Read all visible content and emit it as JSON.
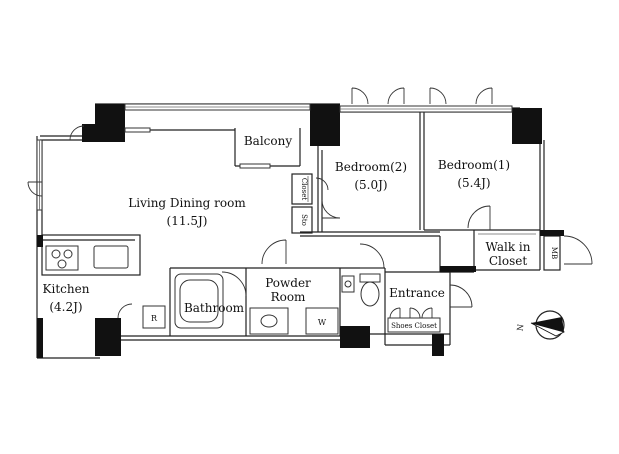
{
  "rooms": {
    "balcony": "Balcony",
    "bedroom2_name": "Bedroom(2)",
    "bedroom2_size": "(5.0J)",
    "bedroom1_name": "Bedroom(1)",
    "bedroom1_size": "(5.4J)",
    "closet": "Closet",
    "storage": "Sto",
    "living_name": "Living Dining room",
    "living_size": "(11.5J)",
    "walk_in_1": "Walk in",
    "walk_in_2": "Closet",
    "mb": "MB",
    "kitchen_name": "Kitchen",
    "kitchen_size": "(4.2J)",
    "bathroom": "Bathroom",
    "powder_1": "Powder",
    "powder_2": "Room",
    "entrance": "Entrance",
    "refrigerator": "R",
    "washer": "W",
    "shoes_closet": "Shoes Closet"
  },
  "compass": {
    "north_label": "N"
  },
  "colors": {
    "wall": "#111111",
    "line": "#222222",
    "background": "#ffffff"
  }
}
